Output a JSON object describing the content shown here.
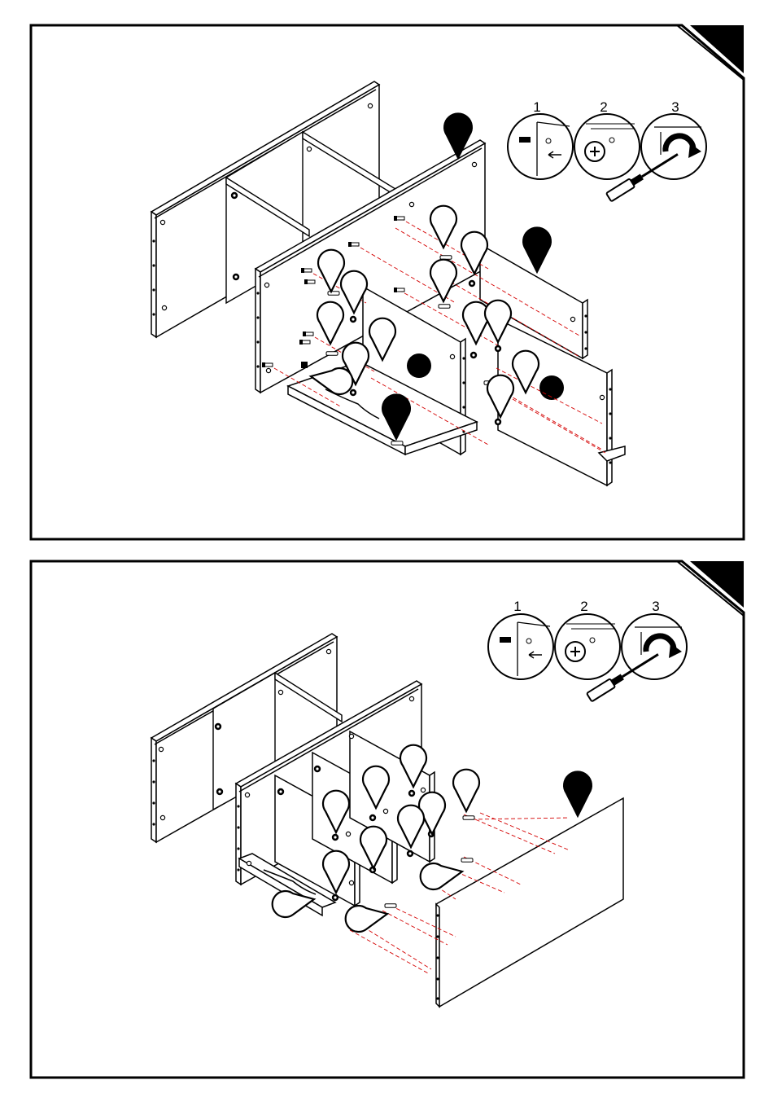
{
  "page": {
    "background": "#ffffff",
    "line_color": "#000000",
    "guide_color": "#d40000"
  },
  "step1": {
    "inset": {
      "steps": [
        "1",
        "2",
        "3"
      ]
    }
  },
  "step2": {
    "inset": {
      "steps": [
        "1",
        "2",
        "3"
      ]
    }
  },
  "icons": {
    "corner_tab": "step-corner-tab",
    "callout_filled": "part-callout-filled",
    "callout_open": "part-callout-open",
    "cam_lock": "cam-lock-icon",
    "dowel": "dowel-icon",
    "screwdriver": "screwdriver-icon"
  }
}
